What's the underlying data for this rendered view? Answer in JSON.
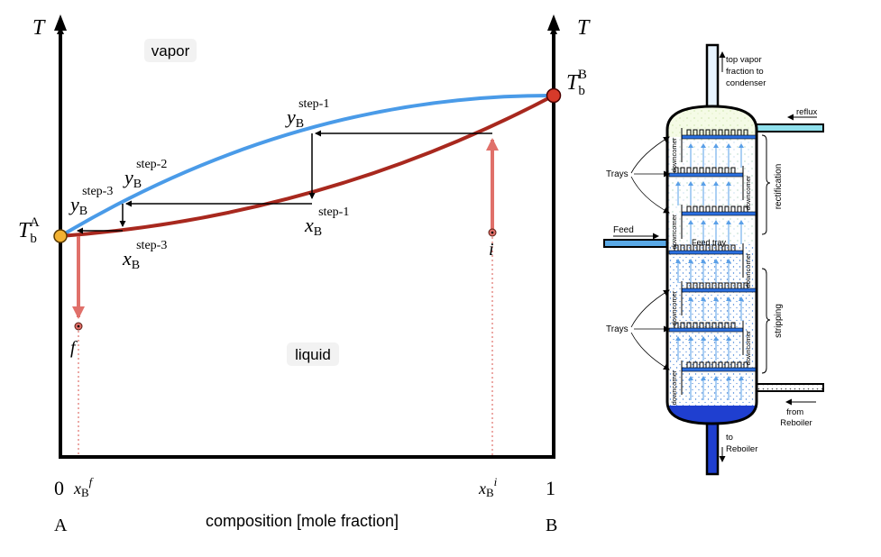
{
  "phase_diagram": {
    "axis_T_left": "T",
    "axis_T_right": "T",
    "region_vapor": "vapor",
    "region_liquid": "liquid",
    "x_axis_label": "composition [mole fraction]",
    "tick_0": "0",
    "tick_1": "1",
    "comp_A": "A",
    "comp_B": "B",
    "Tb_A": {
      "base": "T",
      "sub": "b",
      "sup": "A"
    },
    "Tb_B": {
      "base": "T",
      "sub": "b",
      "sup": "B"
    },
    "point_f": "f",
    "point_i": "i",
    "xBf": {
      "base": "x",
      "sub": "B",
      "sup": "f"
    },
    "xBi": {
      "base": "x",
      "sub": "B",
      "sup": "i"
    },
    "y_step1": {
      "base": "y",
      "sub": "B",
      "sup": "step-1"
    },
    "y_step2": {
      "base": "y",
      "sub": "B",
      "sup": "step-2"
    },
    "y_step3": {
      "base": "y",
      "sub": "B",
      "sup": "step-3"
    },
    "x_step1": {
      "base": "x",
      "sub": "B",
      "sup": "step-1"
    },
    "x_step3": {
      "base": "x",
      "sub": "B",
      "sup": "step-3"
    },
    "colors": {
      "vapor_curve": "#4a9be8",
      "liquid_curve": "#a8281e",
      "arrow_red": "#e0706a",
      "point_A": "#f2b233",
      "point_B": "#d63a2a"
    }
  },
  "column": {
    "top_vapor": "top vapor fraction to condenser",
    "reflux": "reflux",
    "rectification": "rectification",
    "stripping": "stripping",
    "trays_upper": "Trays",
    "trays_lower": "Trays",
    "feed": "Feed",
    "feed_tray": "Feed tray",
    "downcomer": "downcomer",
    "from_reboiler": "from Reboiler",
    "to_reboiler": "to Reboiler"
  }
}
